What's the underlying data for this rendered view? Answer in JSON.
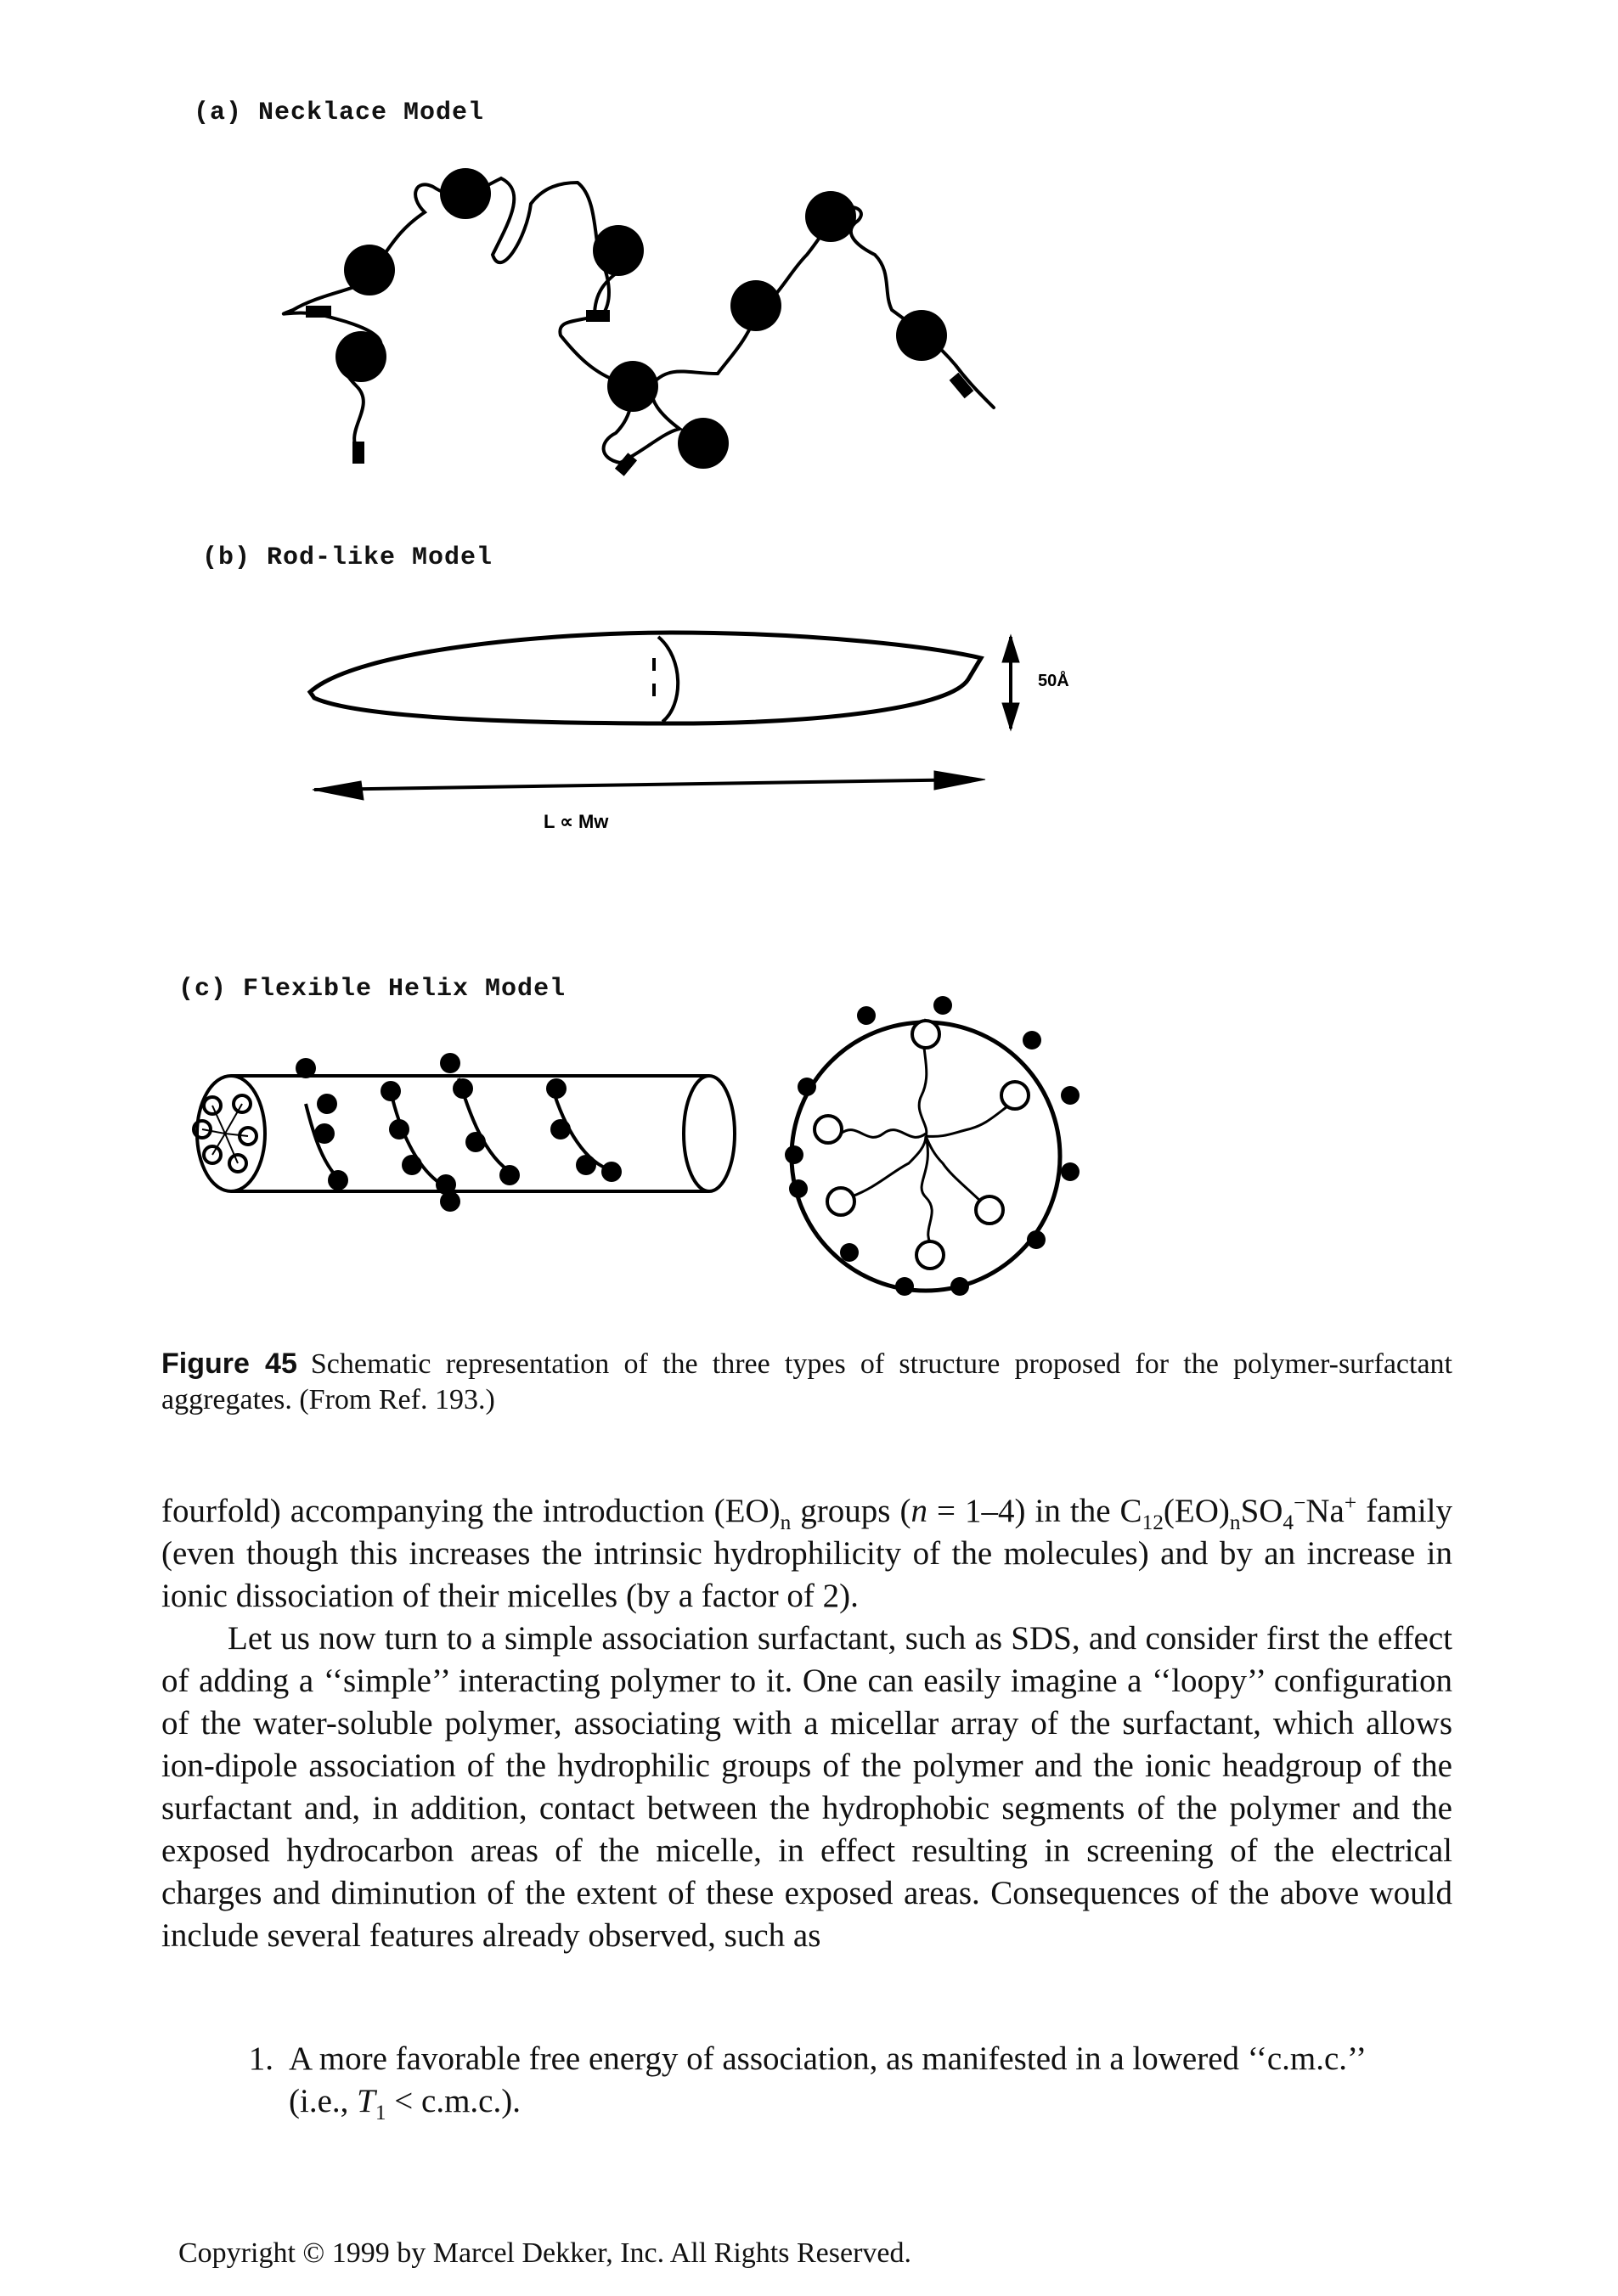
{
  "figure": {
    "panel_a": {
      "label": "(a) Necklace Model"
    },
    "panel_b": {
      "label": "(b) Rod-like Model",
      "dimension_label": "50Å",
      "length_label": "L ∝ Mw"
    },
    "panel_c": {
      "label": "(c) Flexible Helix Model"
    }
  },
  "caption": {
    "figure_number": "Figure 45",
    "text": "Schematic representation of the three types of structure proposed for the polymer-surfactant aggregates. (From Ref. 193.)"
  },
  "body": {
    "p1_part1": "fourfold) accompanying the introduction (EO)",
    "p1_sub_n1": "n",
    "p1_part2": " groups (",
    "p1_n_italic": "n",
    "p1_part3": " = 1–4) in the C",
    "p1_sub_12": "12",
    "p1_part4": "(EO)",
    "p1_sub_n2": "n",
    "p1_part5": "SO",
    "p1_sub_4": "4",
    "p1_sup_minus": "−",
    "p1_part6": "Na",
    "p1_sup_plus": "+",
    "p1_part7": " family (even though this increases the intrinsic hydrophilicity of the molecules) and by an increase in ionic dissociation of their micelles (by a factor of 2).",
    "p2": "Let us now turn to a simple association surfactant, such as SDS, and consider first the effect of adding a ‘‘simple’’ interacting polymer to it. One can easily imagine a ‘‘loopy’’ configuration of the water-soluble polymer, associating with a micellar array of the surfactant, which allows ion-dipole association of the hydrophilic groups of the polymer and the ionic headgroup of the surfactant and, in addition, contact between the hydrophobic segments of the polymer and the exposed hydrocarbon areas of the micelle, in effect resulting in screening of the electrical charges and diminution of the extent of these exposed areas. Consequences of the above would include several features already observed, such as"
  },
  "list": {
    "item1_num": "1.",
    "item1_part1": "A more favorable free energy of association, as manifested in a lowered ‘‘c.m.c.’’ (i.e., ",
    "item1_T": "T",
    "item1_sub_1": "1",
    "item1_part2": " < c.m.c.)."
  },
  "footer": {
    "copyright": "Copyright © 1999 by Marcel Dekker, Inc. All Rights Reserved."
  }
}
